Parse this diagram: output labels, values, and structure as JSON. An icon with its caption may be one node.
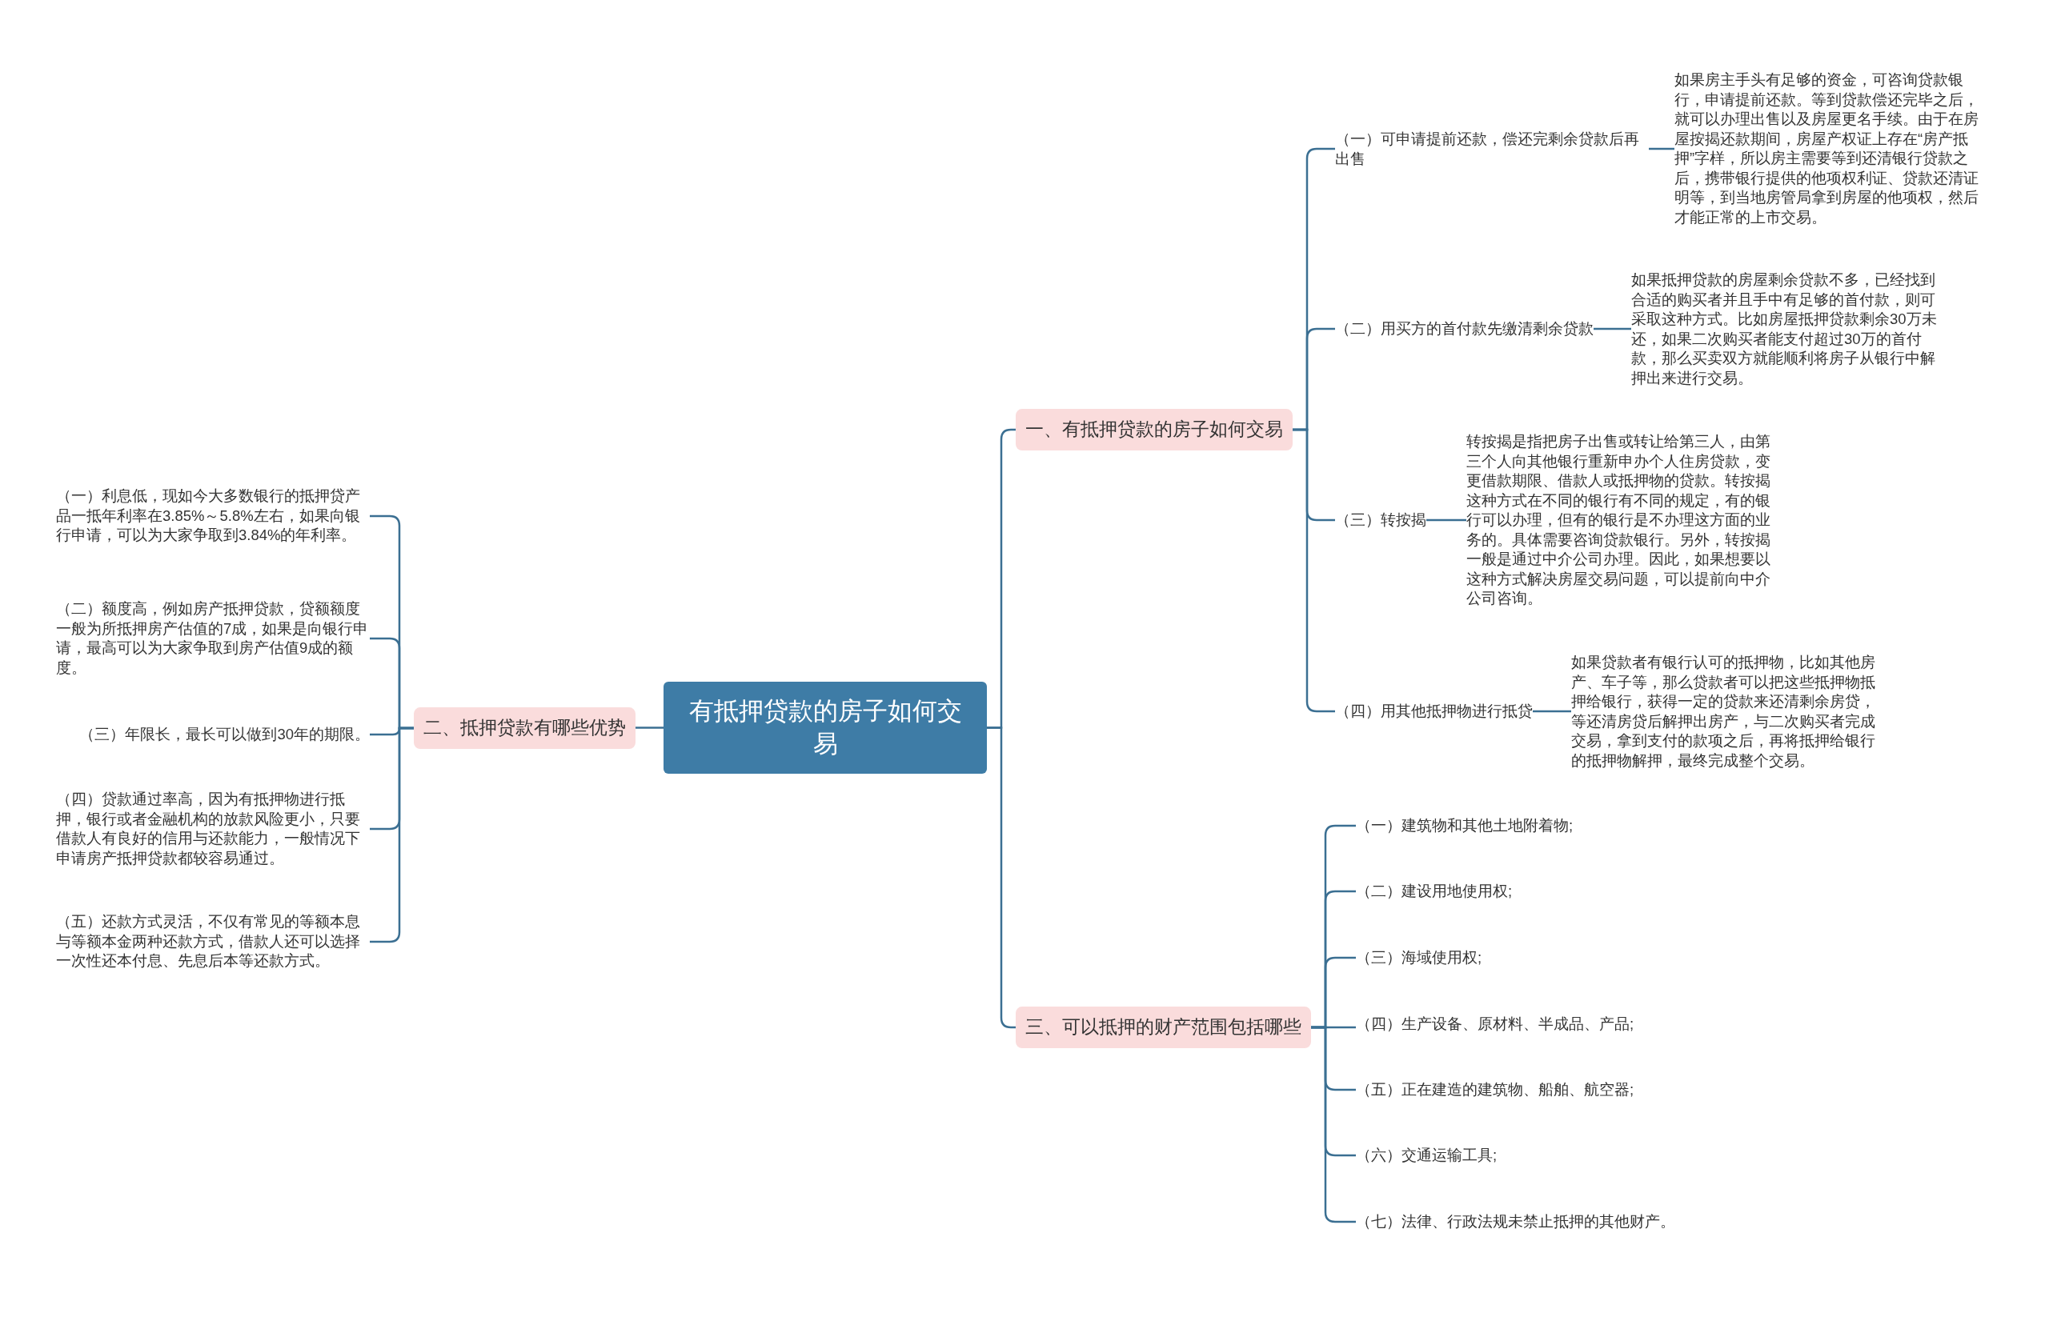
{
  "diagram": {
    "nodes": [
      {
        "text": [
          "有抵押贷款的房子如何交易"
        ]
      },
      {
        "text": [
          "一、有抵押贷款的房子如何交易"
        ]
      },
      {
        "text": [
          "（一）可申请提前还款，偿还完剩余贷款后再出售"
        ]
      },
      {
        "text": [
          "如果房主手头有足够的资金，可咨询贷款银行，申请提前还款。等到贷款偿还完毕之后，就可以办理出售以及房屋更名手续。由于在房屋按揭还款期间，房屋产权证上存在“房产抵押”字样，所以房主需要等到还清银行贷款之后，携带银行提供的他项权利证、贷款还清证明等，到当地房管局拿到房屋的他项权，然后才能正常的上市交易。"
        ]
      },
      {
        "text": [
          "（二）用买方的首付款先缴清剩余贷款"
        ]
      },
      {
        "text": [
          "如果抵押贷款的房屋剩余贷款不多，已经找到合适的购买者并且手中有足够的首付款，则可采取这种方式。比如房屋抵押贷款剩余30万未还，如果二次购买者能支付超过30万的首付款，那么买卖双方就能顺利将房子从银行中解押出来进行交易。"
        ]
      },
      {
        "text": [
          "（三）转按揭"
        ]
      },
      {
        "text": [
          "转按揭是指把房子出售或转让给第三人，由第三个人向其他银行重新申办个人住房贷款，变更借款期限、借款人或抵押物的贷款。转按揭这种方式在不同的银行有不同的规定，有的银行可以办理，但有的银行是不办理这方面的业务的。具体需要咨询贷款银行。另外，转按揭一般是通过中介公司办理。因此，如果想要以这种方式解决房屋交易问题，可以提前向中介公司咨询。"
        ]
      },
      {
        "text": [
          "（四）用其他抵押物进行抵贷"
        ]
      },
      {
        "text": [
          "如果贷款者有银行认可的抵押物，比如其他房产、车子等，那么贷款者可以把这些抵押物抵押给银行，获得一定的贷款来还清剩余房贷，等还清房贷后解押出房产，与二次购买者完成交易，拿到支付的款项之后，再将抵押给银行的抵押物解押，最终完成整个交易。"
        ]
      },
      {
        "text": [
          "二、抵押贷款有哪些优势"
        ]
      },
      {
        "text": [
          "（一）利息低，现如今大多数银行的抵押贷产品一抵年利率在3.85%～5.8%左右，如果向银行申请，可以为大家争取到3.84%的年利率。"
        ]
      },
      {
        "text": [
          "（二）额度高，例如房产抵押贷款，贷额额度一般为所抵押房产估值的7成，如果是向银行申请，最高可以为大家争取到房产估值9成的额度。"
        ]
      },
      {
        "text": [
          "（三）年限长，最长可以做到30年的期限。"
        ]
      },
      {
        "text": [
          "（四）贷款通过率高，因为有抵押物进行抵押，银行或者金融机构的放款风险更小，只要借款人有良好的信用与还款能力，一般情况下申请房产抵押贷款都较容易通过。"
        ]
      },
      {
        "text": [
          "（五）还款方式灵活，不仅有常见的等额本息与等额本金两种还款方式，借款人还可以选择一次性还本付息、先息后本等还款方式。"
        ]
      },
      {
        "text": [
          "三、可以抵押的财产范围包括哪些"
        ]
      },
      {
        "text": [
          "（一）建筑物和其他土地附着物;"
        ]
      },
      {
        "text": [
          "（二）建设用地使用权;"
        ]
      },
      {
        "text": [
          "（三）海域使用权;"
        ]
      },
      {
        "text": [
          "（四）生产设备、原材料、半成品、产品;"
        ]
      },
      {
        "text": [
          "（五）正在建造的建筑物、船舶、航空器;"
        ]
      },
      {
        "text": [
          "（六）交通运输工具;"
        ]
      },
      {
        "text": [
          "（七）法律、行政法规未禁止抵押的其他财产。"
        ]
      }
    ],
    "edges": [
      {
        "from": 0,
        "to": 1,
        "arrow": "none"
      },
      {
        "from": 1,
        "to": 2,
        "arrow": "none"
      },
      {
        "from": 2,
        "to": 3,
        "arrow": "none"
      },
      {
        "from": 1,
        "to": 4,
        "arrow": "none"
      },
      {
        "from": 4,
        "to": 5,
        "arrow": "none"
      },
      {
        "from": 1,
        "to": 6,
        "arrow": "none"
      },
      {
        "from": 6,
        "to": 7,
        "arrow": "none"
      },
      {
        "from": 1,
        "to": 8,
        "arrow": "none"
      },
      {
        "from": 8,
        "to": 9,
        "arrow": "none"
      },
      {
        "from": 0,
        "to": 10,
        "arrow": "none"
      },
      {
        "from": 10,
        "to": 11,
        "arrow": "none"
      },
      {
        "from": 10,
        "to": 12,
        "arrow": "none"
      },
      {
        "from": 10,
        "to": 13,
        "arrow": "none"
      },
      {
        "from": 10,
        "to": 14,
        "arrow": "none"
      },
      {
        "from": 10,
        "to": 15,
        "arrow": "none"
      },
      {
        "from": 0,
        "to": 16,
        "arrow": "none"
      },
      {
        "from": 16,
        "to": 17,
        "arrow": "none"
      },
      {
        "from": 16,
        "to": 18,
        "arrow": "none"
      },
      {
        "from": 16,
        "to": 19,
        "arrow": "none"
      },
      {
        "from": 16,
        "to": 20,
        "arrow": "none"
      },
      {
        "from": 16,
        "to": 21,
        "arrow": "none"
      },
      {
        "from": 16,
        "to": 22,
        "arrow": "none"
      },
      {
        "from": 16,
        "to": 23,
        "arrow": "none"
      }
    ]
  }
}
